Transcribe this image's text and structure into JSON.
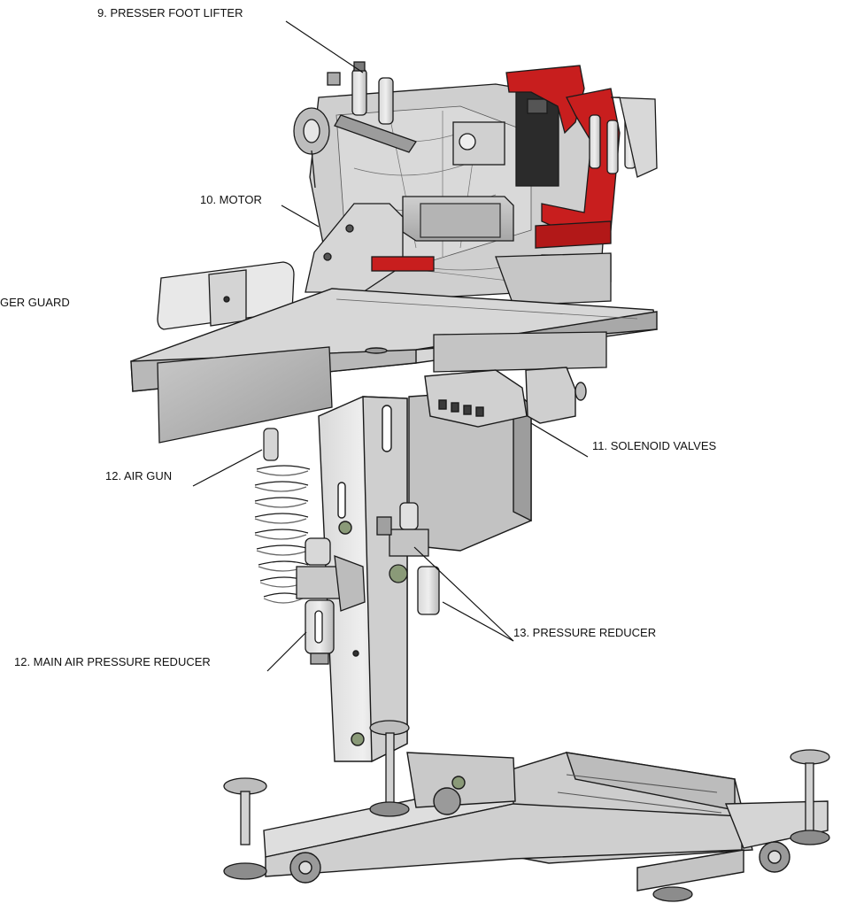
{
  "labels": {
    "presser_foot_lifter": "9. PRESSER FOOT LIFTER",
    "motor": "10. MOTOR",
    "finger_guard_partial": "GER GUARD",
    "solenoid_valves": "11. SOLENOID VALVES",
    "air_gun": "12. AIR GUN",
    "pressure_reducer": "13. PRESSURE REDUCER",
    "main_air_pressure_reducer": "12. MAIN AIR PRESSURE REDUCER"
  },
  "colors": {
    "metal_light": "#e4e4e4",
    "metal_mid": "#bdbdbd",
    "metal_dark": "#8f8f8f",
    "outline": "#1a1a1a",
    "accent_red": "#c81e1e",
    "black_part": "#2b2b2b"
  }
}
